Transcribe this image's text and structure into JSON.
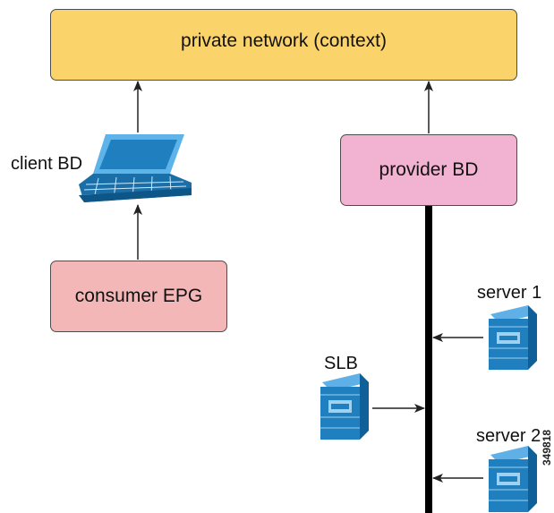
{
  "diagram": {
    "nodes": {
      "private_network": "private network (context)",
      "provider_bd": "provider BD",
      "consumer_epg": "consumer EPG"
    },
    "labels": {
      "client_bd": "client BD",
      "slb": "SLB",
      "server_1": "server 1",
      "server_2": "server 2"
    },
    "figure_id": "349818",
    "colors": {
      "private_network_fill": "#fbd36b",
      "provider_bd_fill": "#f2b2d2",
      "consumer_epg_fill": "#f4b7b7",
      "device_blue": "#1f7fbf",
      "bus_line": "#000000"
    }
  }
}
